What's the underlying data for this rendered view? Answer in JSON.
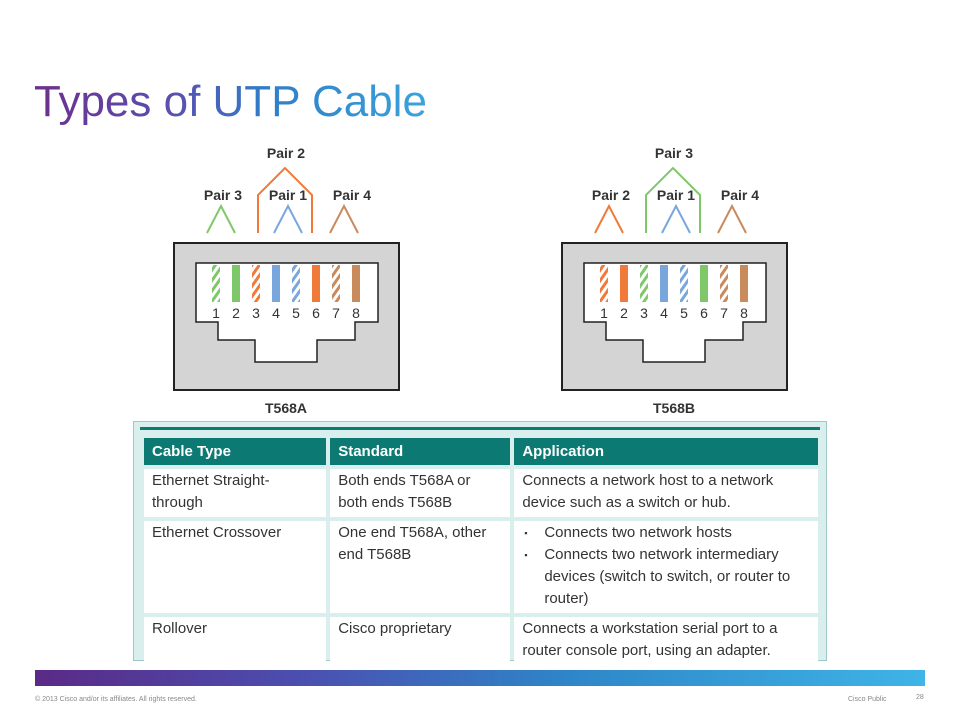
{
  "title": "Types of UTP Cable",
  "left_connector": {
    "label": "T568A",
    "pairs": [
      {
        "label": "Pair 2"
      },
      {
        "label": "Pair 3"
      },
      {
        "label": "Pair 1"
      },
      {
        "label": "Pair 4"
      }
    ],
    "pins": [
      "1",
      "2",
      "3",
      "4",
      "5",
      "6",
      "7",
      "8"
    ],
    "wires": [
      {
        "color": "#7ec86a",
        "striped": true
      },
      {
        "color": "#7ec86a",
        "striped": false
      },
      {
        "color": "#f07a3a",
        "striped": true
      },
      {
        "color": "#7aa6de",
        "striped": false
      },
      {
        "color": "#7aa6de",
        "striped": true
      },
      {
        "color": "#f07a3a",
        "striped": false
      },
      {
        "color": "#c98a5c",
        "striped": true
      },
      {
        "color": "#c98a5c",
        "striped": false
      }
    ]
  },
  "right_connector": {
    "label": "T568B",
    "pairs": [
      {
        "label": "Pair 3"
      },
      {
        "label": "Pair 2"
      },
      {
        "label": "Pair 1"
      },
      {
        "label": "Pair 4"
      }
    ],
    "pins": [
      "1",
      "2",
      "3",
      "4",
      "5",
      "6",
      "7",
      "8"
    ],
    "wires": [
      {
        "color": "#f07a3a",
        "striped": true
      },
      {
        "color": "#f07a3a",
        "striped": false
      },
      {
        "color": "#7ec86a",
        "striped": true
      },
      {
        "color": "#7aa6de",
        "striped": false
      },
      {
        "color": "#7aa6de",
        "striped": true
      },
      {
        "color": "#7ec86a",
        "striped": false
      },
      {
        "color": "#c98a5c",
        "striped": true
      },
      {
        "color": "#c98a5c",
        "striped": false
      }
    ]
  },
  "colors": {
    "pair_green": "#7ec86a",
    "pair_orange": "#f07a3a",
    "pair_blue": "#7aa6de",
    "pair_brown": "#c98a5c",
    "table_header": "#0c7a73",
    "table_bg": "#d9efee"
  },
  "table": {
    "headers": {
      "cable_type": "Cable Type",
      "standard": "Standard",
      "application": "Application"
    },
    "rows": [
      {
        "cable_type": "Ethernet Straight-through",
        "standard": "Both ends T568A or both ends T568B",
        "application": "Connects a network host to a network device such as a switch or hub."
      },
      {
        "cable_type": "Ethernet Crossover",
        "standard": "One end T568A, other end T568B",
        "application_bullets": [
          "Connects two network hosts",
          "Connects two network intermediary devices (switch to switch, or router to router)"
        ]
      },
      {
        "cable_type": "Rollover",
        "standard": "Cisco proprietary",
        "application": "Connects a workstation serial port to a router console port, using an adapter."
      }
    ]
  },
  "footer": {
    "copyright": "© 2013 Cisco and/or its affiliates. All rights reserved.",
    "classification": "Cisco Public",
    "page": "28"
  }
}
